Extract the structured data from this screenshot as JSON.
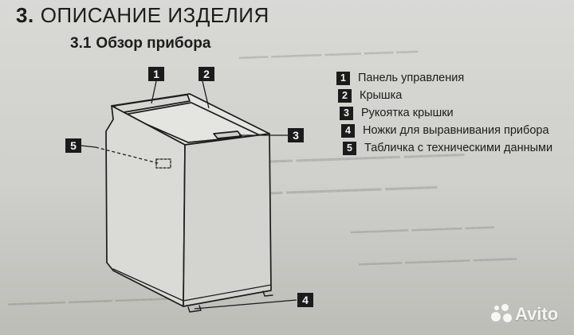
{
  "section": {
    "number": "3.",
    "title": "ОПИСАНИЕ ИЗДЕЛИЯ"
  },
  "subsection": {
    "number": "3.1",
    "title": "Обзор прибора"
  },
  "legend": [
    {
      "num": "1",
      "label": "Панель управления"
    },
    {
      "num": "2",
      "label": "Крышка"
    },
    {
      "num": "3",
      "label": "Рукоятка крышки"
    },
    {
      "num": "4",
      "label": "Ножки для выравнивания прибора"
    },
    {
      "num": "5",
      "label": "Табличка с техническими данными"
    }
  ],
  "callouts": [
    "1",
    "2",
    "3",
    "4",
    "5"
  ],
  "watermark": "Avito"
}
